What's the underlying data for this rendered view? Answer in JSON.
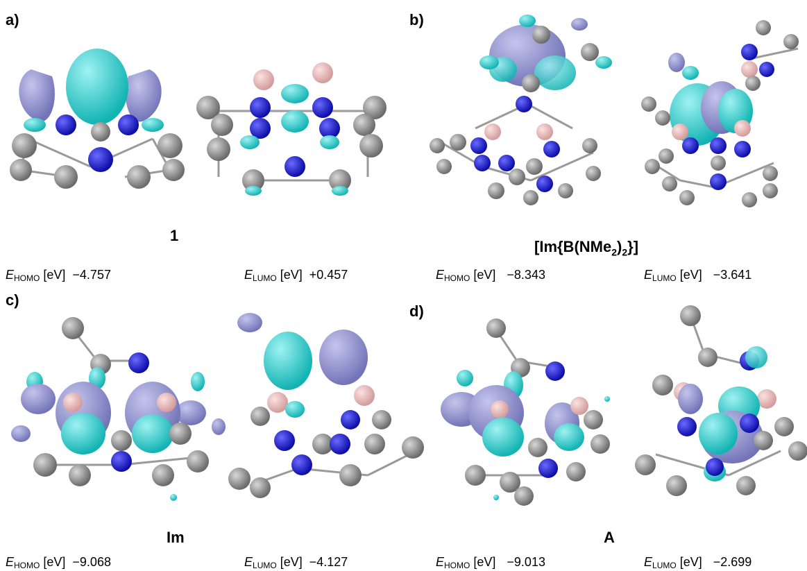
{
  "panels": [
    {
      "label": "a)",
      "compound": "1",
      "compound_sub": "",
      "compound_tail": "",
      "homo": {
        "label_main": "E",
        "label_sub": "HOMO",
        "unit": "[eV]",
        "value": "−4.757"
      },
      "lumo": {
        "label_main": "E",
        "label_sub": "LUMO",
        "unit": "[eV]",
        "value": "+0.457"
      }
    },
    {
      "label": "b)",
      "compound": "[Im{B(NMe",
      "compound_sub": "2",
      "compound_tail": ")",
      "compound_sub2": "2",
      "compound_end": "}]",
      "homo": {
        "label_main": "E",
        "label_sub": "HOMO",
        "unit": "[eV]",
        "value": "−8.343"
      },
      "lumo": {
        "label_main": "E",
        "label_sub": "LUMO",
        "unit": "[eV]",
        "value": "−3.641"
      }
    },
    {
      "label": "c)",
      "compound": "Im",
      "homo": {
        "label_main": "E",
        "label_sub": "HOMO",
        "unit": "[eV]",
        "value": "−9.068"
      },
      "lumo": {
        "label_main": "E",
        "label_sub": "LUMO",
        "unit": "[eV]",
        "value": "−4.127"
      }
    },
    {
      "label": "d)",
      "compound": "A",
      "homo": {
        "label_main": "E",
        "label_sub": "HOMO",
        "unit": "[eV]",
        "value": "−9.013"
      },
      "lumo": {
        "label_main": "E",
        "label_sub": "LUMO",
        "unit": "[eV]",
        "value": "−2.699"
      }
    }
  ],
  "colors": {
    "lobe_positive": "#22c9c9",
    "lobe_negative": "#8f90cc",
    "carbon": "#7d7d7d",
    "nitrogen": "#1a1acc",
    "boron": "#e9b4b4",
    "bond": "#9a9a9a"
  }
}
